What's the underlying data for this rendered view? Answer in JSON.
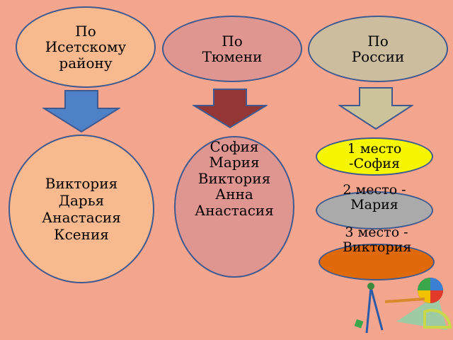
{
  "categories": [
    {
      "label": "По Исетскому району",
      "color": "#f8b98e"
    },
    {
      "label": "По Тюмени",
      "color": "#df9590"
    },
    {
      "label": "По России",
      "color": "#ccbd9f"
    }
  ],
  "arrows": [
    {
      "color": "#4f81c7"
    },
    {
      "color": "#943634"
    },
    {
      "color": "#ccc39a"
    }
  ],
  "lists": {
    "isetsky": "Виктория Дарья Анастасия Ксения",
    "tyumen": "София Мария Виктория Анна Анастасия"
  },
  "places": [
    {
      "label": "1 место -София",
      "color": "#f6f600"
    },
    {
      "label": "2 место - Мария",
      "color": "#aaaaaa"
    },
    {
      "label": "3 место - Виктория",
      "color": "#e0690a"
    }
  ],
  "decor_icon": "drawing-tools-icon"
}
